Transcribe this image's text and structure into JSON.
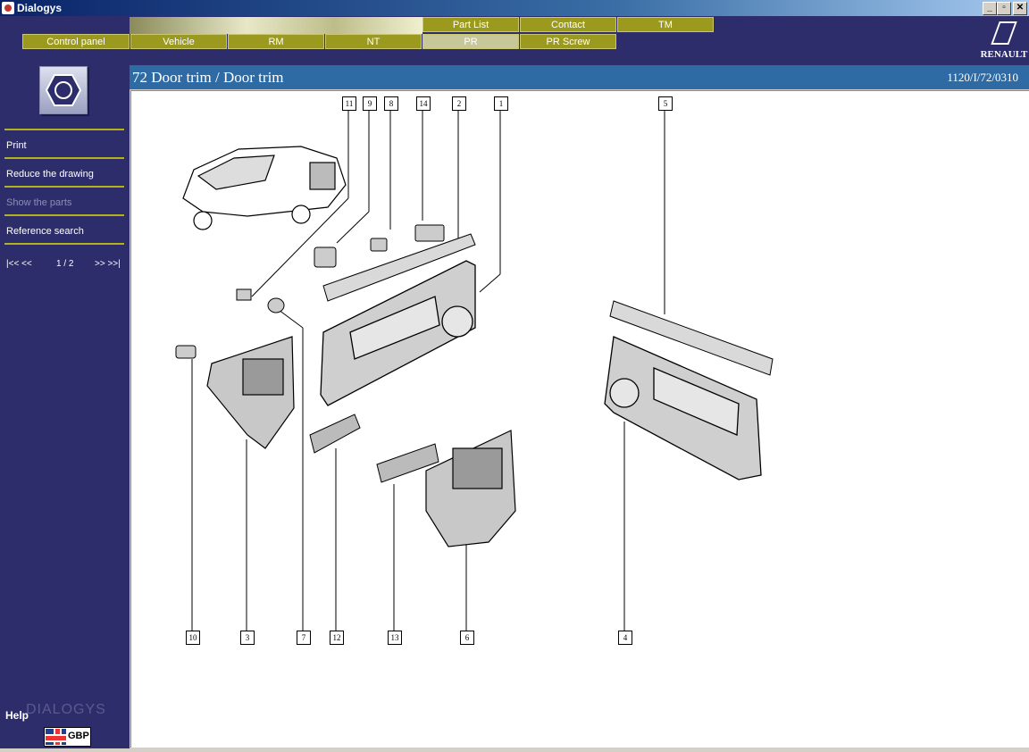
{
  "window": {
    "title": "Dialogys",
    "buttons": {
      "minimize": "_",
      "maximize": "▫",
      "close": "✕"
    }
  },
  "top_tabs": [
    {
      "label": "Part List"
    },
    {
      "label": "Contact"
    },
    {
      "label": "TM"
    }
  ],
  "main_tabs": [
    {
      "label": "Control panel"
    },
    {
      "label": "Vehicle"
    },
    {
      "label": "RM"
    },
    {
      "label": "NT"
    },
    {
      "label": "PR",
      "active": true
    },
    {
      "label": "PR Screw"
    }
  ],
  "brand": "RENAULT",
  "sidebar": {
    "menu": [
      {
        "label": "Print",
        "enabled": true
      },
      {
        "label": "Reduce the drawing",
        "enabled": true
      },
      {
        "label": "Show the parts",
        "enabled": false
      },
      {
        "label": "Reference search",
        "enabled": true
      }
    ],
    "pager": {
      "first_prev": "|<< <<",
      "page": "1 / 2",
      "next_last": ">> >>|"
    },
    "help": "Help",
    "logo_text": "DIALOGYS",
    "language": "GBP"
  },
  "page": {
    "title": "72 Door trim / Door trim",
    "reference": "1120/I/72/0310"
  },
  "callouts_top": [
    "11",
    "9",
    "8",
    "14",
    "2",
    "1",
    "5"
  ],
  "callouts_bottom": [
    "10",
    "3",
    "7",
    "12",
    "13",
    "6",
    "4"
  ],
  "colors": {
    "header": "#2d2d6b",
    "tab": "#9b9a1e",
    "title_bar": "#2e6ba4",
    "separator": "#b4b31e"
  }
}
